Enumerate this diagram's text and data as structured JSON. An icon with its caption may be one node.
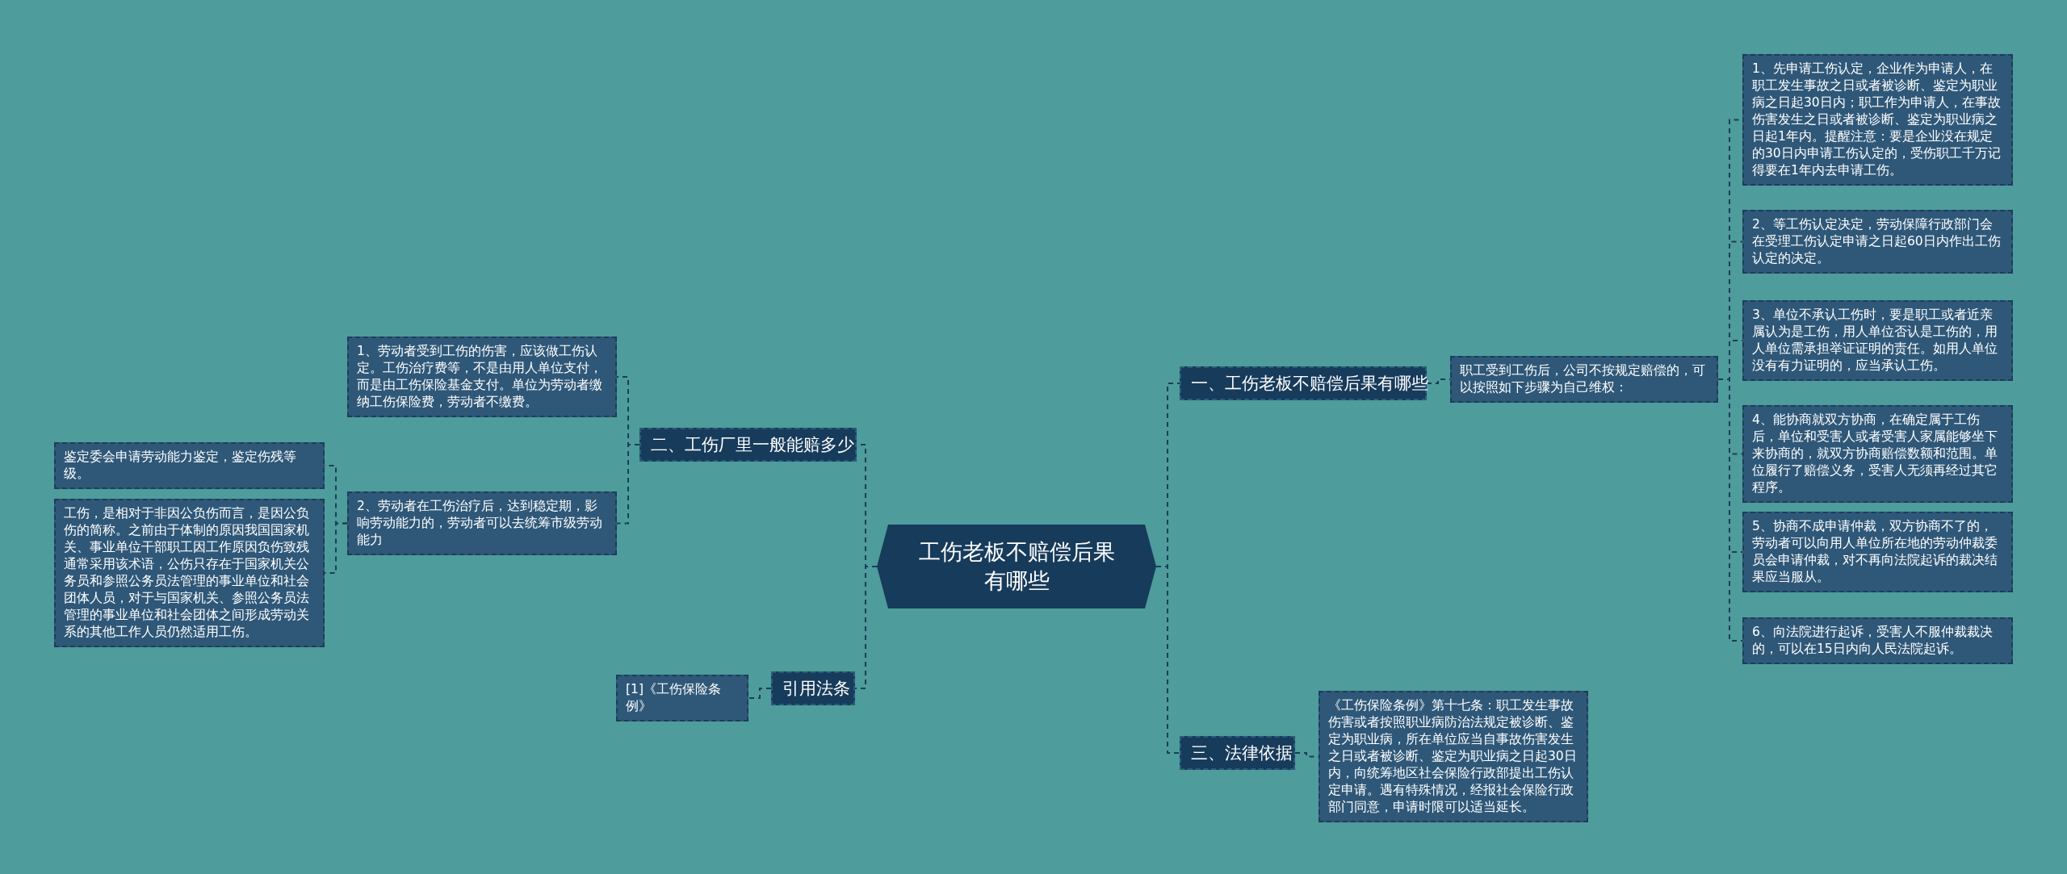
{
  "diagram": {
    "nodes": [
      {
        "text": [
          "工伤老板不赔偿后果有哪些"
        ]
      },
      {
        "text": [
          "一、工伤老板不赔偿后果有哪些"
        ]
      },
      {
        "text": [
          "职工受到工伤后，公司不按规定赔偿的，可以按照如下步骤为自己维权："
        ]
      },
      {
        "text": [
          "1、先申请工伤认定，企业作为申请人，在职工发生事故之日或者被诊断、鉴定为职业病之日起30日内；职工作为申请人，在事故伤害发生之日或者被诊断、鉴定为职业病之日起1年内。提醒注意：要是企业没在规定的30日内申请工伤认定的，受伤职工千万记得要在1年内去申请工伤。"
        ]
      },
      {
        "text": [
          "2、等工伤认定决定，劳动保障行政部门会在受理工伤认定申请之日起60日内作出工伤认定的决定。"
        ]
      },
      {
        "text": [
          "3、单位不承认工伤时，要是职工或者近亲属认为是工伤，用人单位否认是工伤的，用人单位需承担举证证明的责任。如用人单位没有有力证明的，应当承认工伤。"
        ]
      },
      {
        "text": [
          "4、能协商就双方协商，在确定属于工伤后，单位和受害人或者受害人家属能够坐下来协商的，就双方协商赔偿数额和范围。单位履行了赔偿义务，受害人无须再经过其它程序。"
        ]
      },
      {
        "text": [
          "5、协商不成申请仲裁，双方协商不了的，劳动者可以向用人单位所在地的劳动仲裁委员会申请仲裁，对不再向法院起诉的裁决结果应当服从。"
        ]
      },
      {
        "text": [
          "6、向法院进行起诉，受害人不服仲裁裁决的，可以在15日内向人民法院起诉。"
        ]
      },
      {
        "text": [
          "三、法律依据"
        ]
      },
      {
        "text": [
          "《工伤保险条例》第十七条：职工发生事故伤害或者按照职业病防治法规定被诊断、鉴定为职业病，所在单位应当自事故伤害发生之日或者被诊断、鉴定为职业病之日起30日内，向统筹地区社会保险行政部提出工伤认定申请。遇有特殊情况，经报社会保险行政部门同意，申请时限可以适当延长。"
        ]
      },
      {
        "text": [
          "二、工伤厂里一般能赔多少"
        ]
      },
      {
        "text": [
          "1、劳动者受到工伤的伤害，应该做工伤认定。工伤治疗费等，不是由用人单位支付，而是由工伤保险基金支付。单位为劳动者缴纳工伤保险费，劳动者不缴费。"
        ]
      },
      {
        "text": [
          "2、劳动者在工伤治疗后，达到稳定期，影响劳动能力的，劳动者可以去统筹市级劳动能力"
        ]
      },
      {
        "text": [
          "鉴定委会申请劳动能力鉴定，鉴定伤残等级。"
        ]
      },
      {
        "text": [
          "工伤，是相对于非因公负伤而言，是因公负伤的简称。之前由于体制的原因我国国家机关、事业单位干部职工因工作原因负伤致残通常采用该术语，公伤只存在于国家机关公务员和参照公务员法管理的事业单位和社会团体人员，对于与国家机关、参照公务员法管理的事业单位和社会团体之间形成劳动关系的其他工作人员仍然适用工伤。"
        ]
      },
      {
        "text": [
          "引用法条"
        ]
      },
      {
        "text": [
          "[1]《工伤保险条例》"
        ]
      }
    ],
    "edges": [
      {
        "from": 0,
        "to": 1,
        "arrow": "none"
      },
      {
        "from": 1,
        "to": 2,
        "arrow": "none"
      },
      {
        "from": 2,
        "to": 3,
        "arrow": "none"
      },
      {
        "from": 2,
        "to": 4,
        "arrow": "none"
      },
      {
        "from": 2,
        "to": 5,
        "arrow": "none"
      },
      {
        "from": 2,
        "to": 6,
        "arrow": "none"
      },
      {
        "from": 2,
        "to": 7,
        "arrow": "none"
      },
      {
        "from": 2,
        "to": 8,
        "arrow": "none"
      },
      {
        "from": 0,
        "to": 9,
        "arrow": "none"
      },
      {
        "from": 9,
        "to": 10,
        "arrow": "none"
      },
      {
        "from": 0,
        "to": 11,
        "arrow": "none"
      },
      {
        "from": 11,
        "to": 12,
        "arrow": "none"
      },
      {
        "from": 11,
        "to": 13,
        "arrow": "none"
      },
      {
        "from": 13,
        "to": 14,
        "arrow": "none"
      },
      {
        "from": 13,
        "to": 15,
        "arrow": "none"
      },
      {
        "from": 0,
        "to": 16,
        "arrow": "none"
      },
      {
        "from": 16,
        "to": 17,
        "arrow": "none"
      }
    ]
  }
}
